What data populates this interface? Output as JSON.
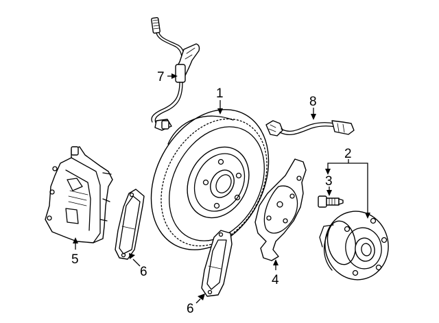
{
  "callouts": [
    {
      "id": "rotor",
      "number": "1"
    },
    {
      "id": "hub-bearing",
      "number": "2"
    },
    {
      "id": "wheel-stud",
      "number": "3"
    },
    {
      "id": "splash-shield",
      "number": "4"
    },
    {
      "id": "caliper",
      "number": "5"
    },
    {
      "id": "pads-left",
      "number": "6"
    },
    {
      "id": "pads-bottom",
      "number": "6"
    },
    {
      "id": "wear-sensor",
      "number": "7"
    },
    {
      "id": "abs-sensor",
      "number": "8"
    }
  ],
  "colors": {
    "line": "#000000",
    "background": "#ffffff"
  }
}
